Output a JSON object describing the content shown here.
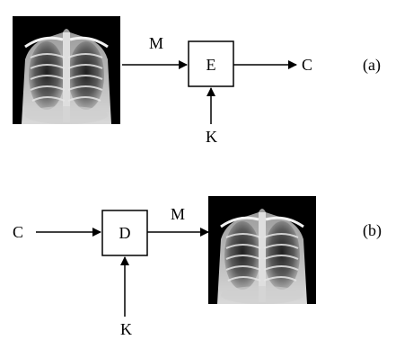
{
  "diagram": {
    "panel_a": {
      "input_label": "M",
      "block_label": "E",
      "output_label": "C",
      "key_label": "K",
      "panel_label": "(a)",
      "image": "chest-xray"
    },
    "panel_b": {
      "input_label": "C",
      "block_label": "D",
      "output_label": "M",
      "key_label": "K",
      "panel_label": "(b)",
      "image": "chest-xray"
    }
  },
  "colors": {
    "line": "#000000",
    "background": "#ffffff",
    "image_background": "#000000"
  }
}
